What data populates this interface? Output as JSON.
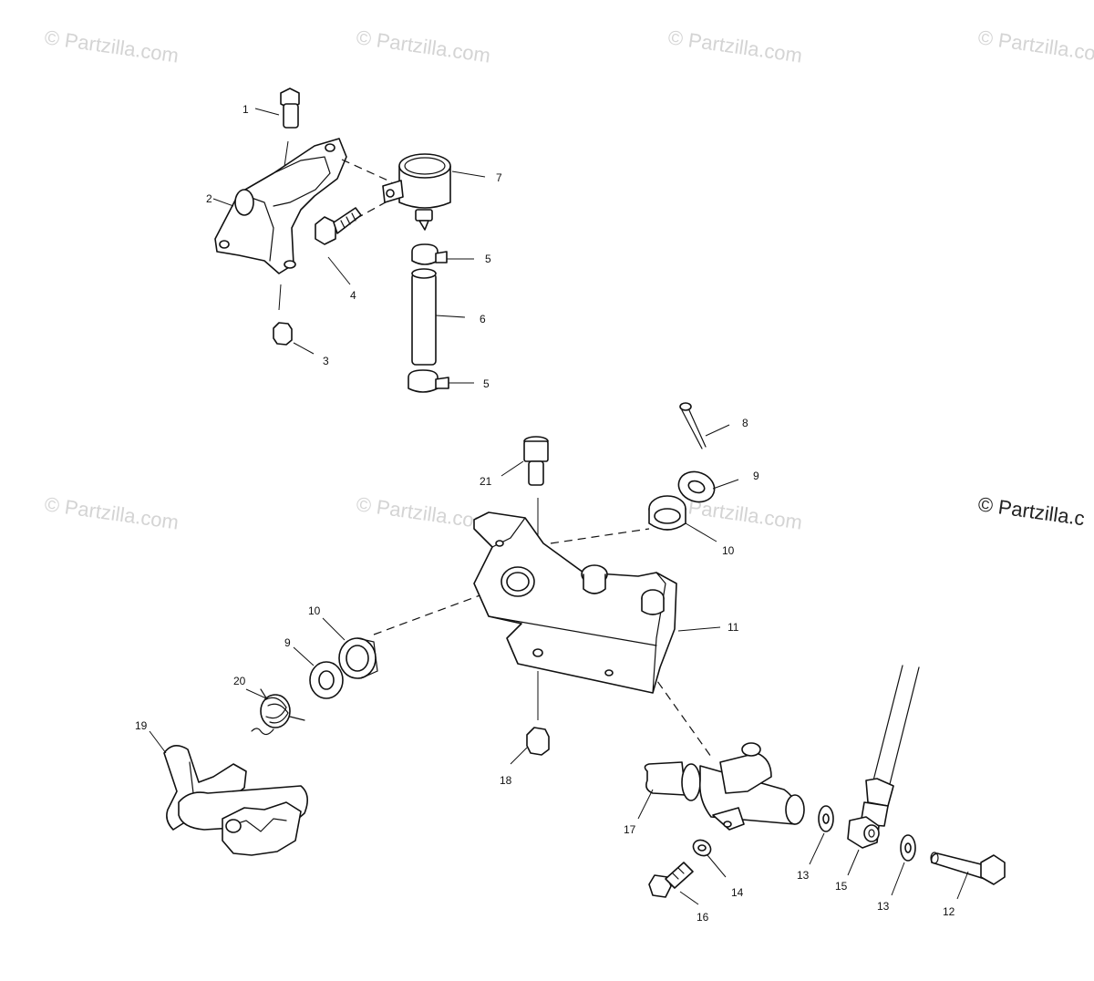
{
  "watermarks": {
    "text": "© Partzilla.com",
    "strong_text": "© Partzilla.c"
  },
  "callouts": {
    "c1": "1",
    "c2": "2",
    "c3": "3",
    "c4": "4",
    "c5a": "5",
    "c5b": "5",
    "c6": "6",
    "c7": "7",
    "c8": "8",
    "c9a": "9",
    "c9b": "9",
    "c10a": "10",
    "c10b": "10",
    "c11": "11",
    "c12": "12",
    "c13a": "13",
    "c13b": "13",
    "c14": "14",
    "c15": "15",
    "c16": "16",
    "c17": "17",
    "c18": "18",
    "c19": "19",
    "c20": "20",
    "c21": "21"
  },
  "colors": {
    "line": "#111111",
    "watermark": "#d4d4d4",
    "background": "#ffffff"
  }
}
